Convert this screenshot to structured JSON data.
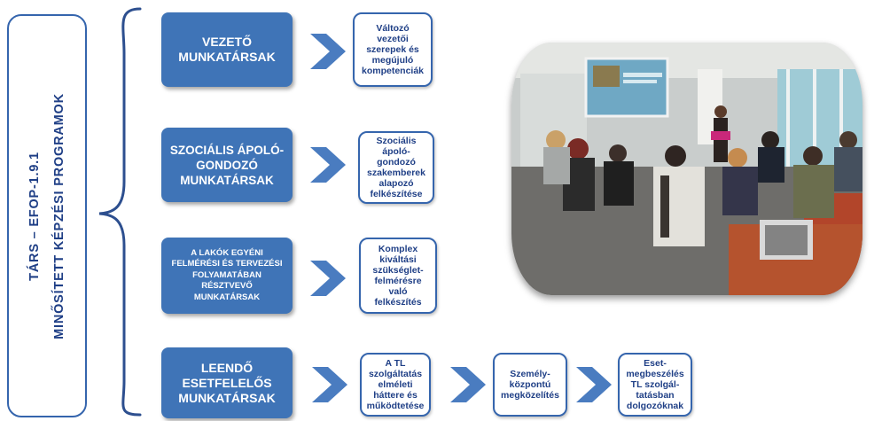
{
  "vertical_title": {
    "line1": "TÁRS – EFOP-1.9.1",
    "line2": "MINŐSÍTETT KÉPZÉSI PROGRAMOK"
  },
  "programs": [
    {
      "label": "VEZETŐ\nMUNKATÁRSAK",
      "outputs": [
        "Változó\nvezetői\nszerepek és\nmegújuló\nkompetenciák"
      ]
    },
    {
      "label": "SZOCIÁLIS ÁPOLÓ-\nGONDOZÓ\nMUNKATÁRSAK",
      "outputs": [
        "Szociális\nápoló-\ngondozó\nszakemberek\nalapozó\nfelkészítése"
      ]
    },
    {
      "label": "A LAKÓK EGYÉNI\nFELMÉRÉSI ÉS TERVEZÉSI\nFOLYAMATÁBAN\nRÉSZTVEVŐ\nMUNKATÁRSAK",
      "outputs": [
        "Komplex\nkiváltási\nszükséglet-\nfelmérésre\nvaló\nfelkészítés"
      ]
    },
    {
      "label": "LEENDŐ\nESETFELELŐS\nMUNKATÁRSAK",
      "outputs": [
        "A TL\nszolgáltatás\nelméleti\nháttere és\nműködtetése",
        "Személy-\nközpontú\nmegközelítés",
        "Eset-\nmegbeszélés\nTL szolgál-\ntatásban\ndolgozóknak"
      ]
    }
  ],
  "photo": {
    "description_icon": "training-session-photo"
  },
  "colors": {
    "box_fill": "#3f74b7",
    "border": "#3565ad",
    "text_dark": "#1f3f86",
    "arrow": "#4a7cc0"
  }
}
